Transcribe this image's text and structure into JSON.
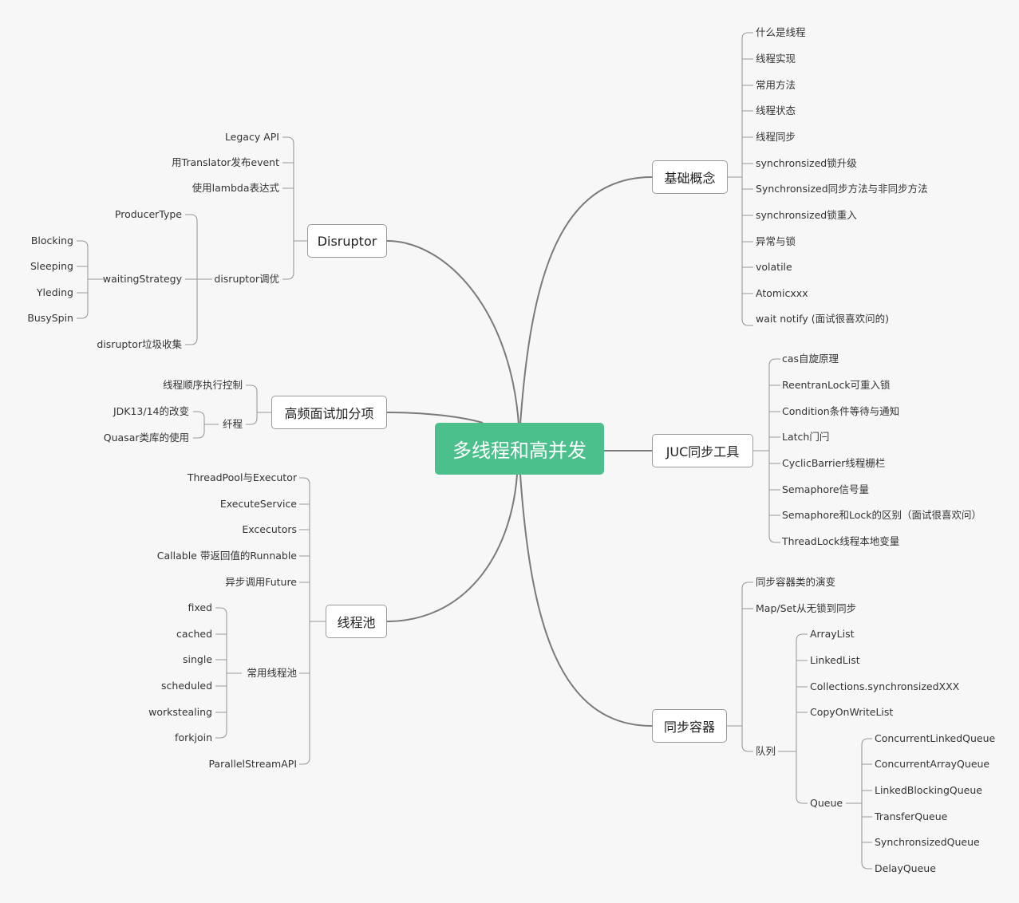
{
  "root": "多线程和高并发",
  "branches": {
    "basics": {
      "label": "基础概念",
      "items": [
        "什么是线程",
        "线程实现",
        "常用方法",
        "线程状态",
        "线程同步",
        "synchronsized锁升级",
        "Synchronsized同步方法与非同步方法",
        "synchronsized锁重入",
        "异常与锁",
        "volatile",
        "Atomicxxx",
        "wait notify (面试很喜欢问的)"
      ]
    },
    "juc": {
      "label": "JUC同步工具",
      "items": [
        "cas自旋原理",
        "ReentranLock可重入锁",
        "Condition条件等待与通知",
        "Latch门闩",
        "CyclicBarrier线程栅栏",
        "Semaphore信号量",
        "Semaphore和Lock的区别（面试很喜欢问）",
        "ThreadLock线程本地变量"
      ]
    },
    "sync_containers": {
      "label": "同步容器",
      "items": [
        "同步容器类的演变",
        "Map/Set从无锁到同步"
      ],
      "queue_group": {
        "label": "队列",
        "items": [
          "ArrayList",
          "LinkedList",
          "Collections.synchronsizedXXX",
          "CopyOnWriteList"
        ],
        "queue": {
          "label": "Queue",
          "items": [
            "ConcurrentLinkedQueue",
            "ConcurrentArrayQueue",
            "LinkedBlockingQueue",
            "TransferQueue",
            "SynchronsizedQueue",
            "DelayQueue"
          ]
        }
      }
    },
    "disruptor": {
      "label": "Disruptor",
      "items": [
        "Legacy API",
        "用Translator发布event",
        "使用lambda表达式"
      ],
      "tuning": {
        "label": "disruptor调优",
        "producer_type": "ProducerType",
        "gc": "disruptor垃圾收集",
        "waiting": {
          "label": "waitingStrategy",
          "items": [
            "Blocking",
            "Sleeping",
            "Yleding",
            "BusySpin"
          ]
        }
      }
    },
    "interview": {
      "label": "高频面试加分项",
      "order_control": "线程顺序执行控制",
      "fiber": {
        "label": "纤程",
        "items": [
          "JDK13/14的改变",
          "Quasar类库的使用"
        ]
      }
    },
    "thread_pool": {
      "label": "线程池",
      "items": [
        "ThreadPool与Executor",
        "ExecuteService",
        "Excecutors",
        "Callable 带返回值的Runnable",
        "异步调用Future"
      ],
      "common": {
        "label": "常用线程池",
        "items": [
          "fixed",
          "cached",
          "single",
          "scheduled",
          "workstealing",
          "forkjoin"
        ]
      },
      "parallel": "ParallelStreamAPI"
    }
  },
  "colors": {
    "root": "#4bc08c",
    "background": "#f7f7f7",
    "line": "#9a9a9a"
  }
}
